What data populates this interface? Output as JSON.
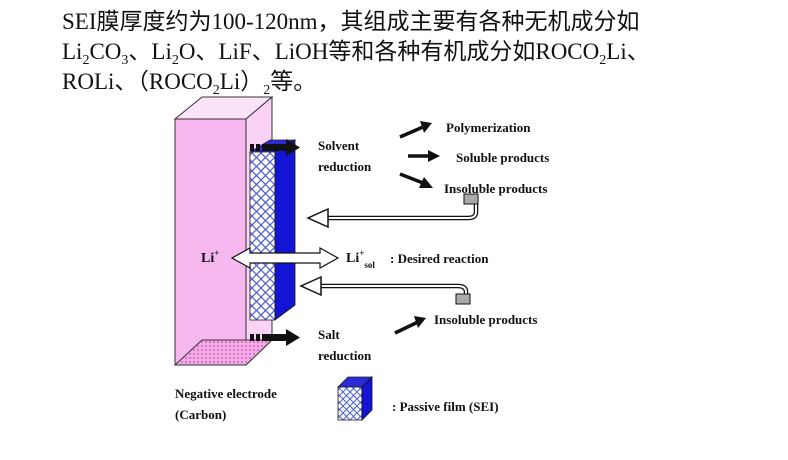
{
  "caption": {
    "line1": "SEI膜厚度约为100-120nm，其组成主要有各种无机成分如",
    "line2": {
      "a": "Li",
      "a_sub": "2",
      "b": "CO",
      "b_sub": "3",
      "c": "、Li",
      "c_sub": "2",
      "d": "O、LiF、LiOH等和各种有机成分如ROCO",
      "d_sub": "2",
      "e": "Li、"
    },
    "line3": {
      "a": "ROLi、（ROCO",
      "a_sub": "2",
      "b": "Li）",
      "b_sub": "2",
      "c": "等。"
    }
  },
  "diagram": {
    "solvent_reduction": [
      "Solvent",
      "reduction"
    ],
    "polymerization": "Polymerization",
    "soluble_products": "Soluble products",
    "insoluble_products_top": "Insoluble products",
    "li_plus": "Li",
    "li_plus_sup": "+",
    "li_sol": "Li",
    "li_sol_sup": "+",
    "li_sol_sub": "sol",
    "desired_reaction": ": Desired reaction",
    "insoluble_products_bottom": "Insoluble products",
    "salt_reduction": [
      "Salt",
      "reduction"
    ],
    "legend": {
      "electrode": [
        "Negative electrode",
        "(Carbon)"
      ],
      "passive_film": ": Passive film (SEI)"
    },
    "colors": {
      "electrode_face": "#f7b8f0",
      "electrode_side": "#f9d2f6",
      "electrode_top": "#fbe3f9",
      "sei_blue": "#1414d4",
      "sei_hatch": "#4b5ecc"
    }
  }
}
